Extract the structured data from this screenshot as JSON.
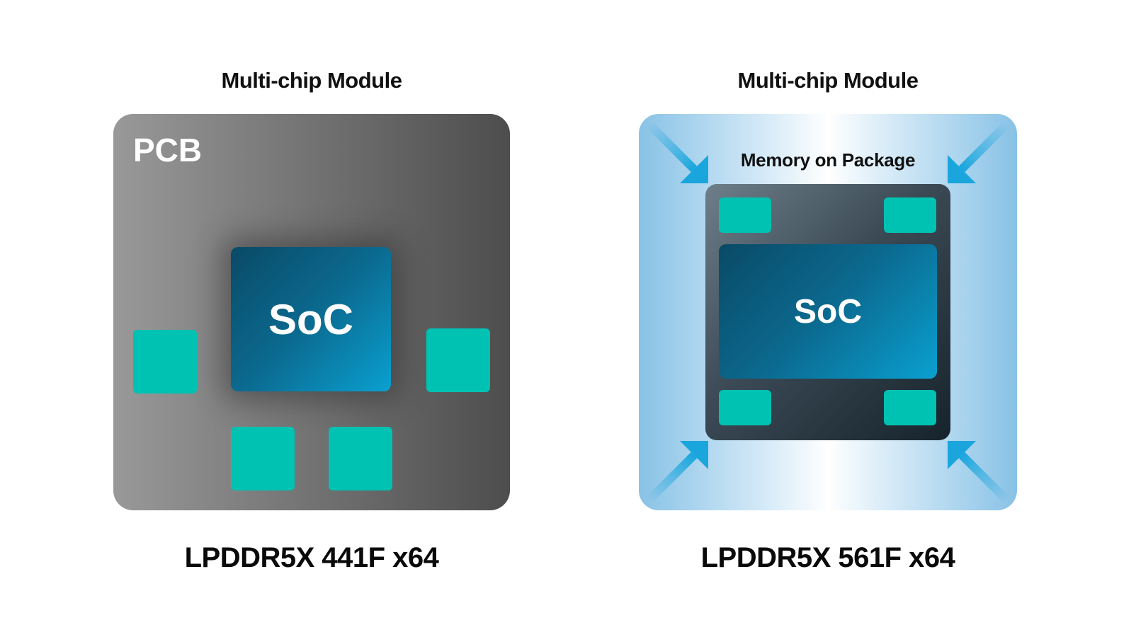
{
  "left_panel": {
    "title": "Multi-chip Module",
    "board_label": "PCB",
    "chip_label": "SoC",
    "caption": "LPDDR5X 441F x64"
  },
  "right_panel": {
    "title": "Multi-chip Module",
    "package_label": "Memory on Package",
    "chip_label": "SoC",
    "caption": "LPDDR5X 561F x64"
  },
  "colors": {
    "memory_chip": "#00c2b3",
    "soc_dark": "#0a4a66",
    "soc_light": "#0aa0d0",
    "arrow": "#1aa6dd",
    "pcb_light": "#999999",
    "pcb_dark": "#4d4d4d"
  },
  "icons": [
    "arrow-inward-icon"
  ]
}
